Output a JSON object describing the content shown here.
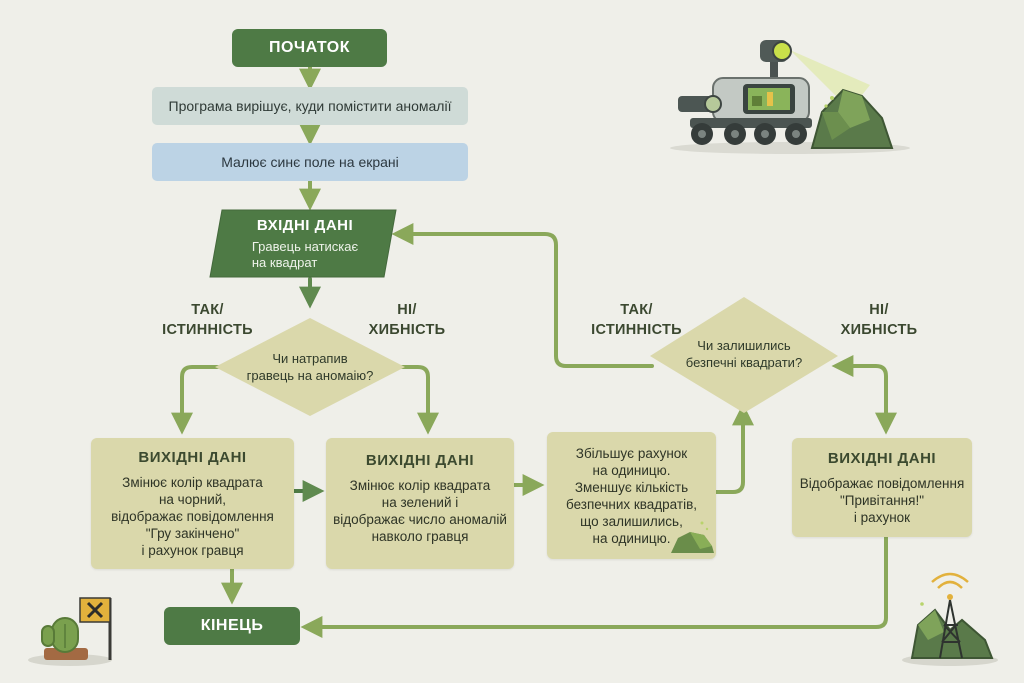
{
  "colors": {
    "background": "#efefe9",
    "dark_green": "#4e7a45",
    "khaki": "#dad8ab",
    "arrow": "#8aa85a",
    "arrow_dark": "#5f8a4f",
    "light_gray": "#cfdbd7",
    "light_blue": "#bcd3e5"
  },
  "flowchart": {
    "start": "ПОЧАТОК",
    "step_place_anomalies": "Програма вирішує, куди помістити аномалії",
    "step_draw_field": "Малює синє поле на  екрані",
    "input": {
      "title": "ВХІДНІ ДАНІ",
      "text": "Гравець натискає\nна квадрат"
    },
    "decision_anomaly": {
      "text": "Чи натрапив\nгравець на аномаію?",
      "yes_label": "ТАК/\nІСТИННІСТЬ",
      "no_label": "НІ/\nХИБНІСТЬ"
    },
    "output_game_over": {
      "title": "ВИХІДНІ ДАНІ",
      "text": "Змінює колір квадрата\nна чорний,\nвідображає повідомлення\n\"Гру закінчено\"\nі рахунок гравця"
    },
    "output_green": {
      "title": "ВИХІДНІ ДАНІ",
      "text": "Змінює колір квадрата\nна зелений і\nвідображає число аномалій\nнавколо гравця"
    },
    "process_score": {
      "text": "Збільшує рахунок\nна одиницю.\nЗменшує кількість\nбезпечних квадратів,\nщо залишились,\nна одиницю."
    },
    "decision_safe": {
      "text": "Чи залишились\nбезпечні квадрати?",
      "yes_label": "ТАК/\nІСТИННІСТЬ",
      "no_label": "НІ/\nХИБНІСТЬ"
    },
    "output_congrats": {
      "title": "ВИХІДНІ ДАНІ",
      "text": "Відображає повідомлення\n\"Привітання!\"\nі рахунок"
    },
    "end": "КІНЕЦЬ"
  },
  "illustrations": [
    "rover-icon",
    "rock-icon",
    "cactus-icon",
    "warning-flag-icon",
    "signal-tower-icon"
  ]
}
